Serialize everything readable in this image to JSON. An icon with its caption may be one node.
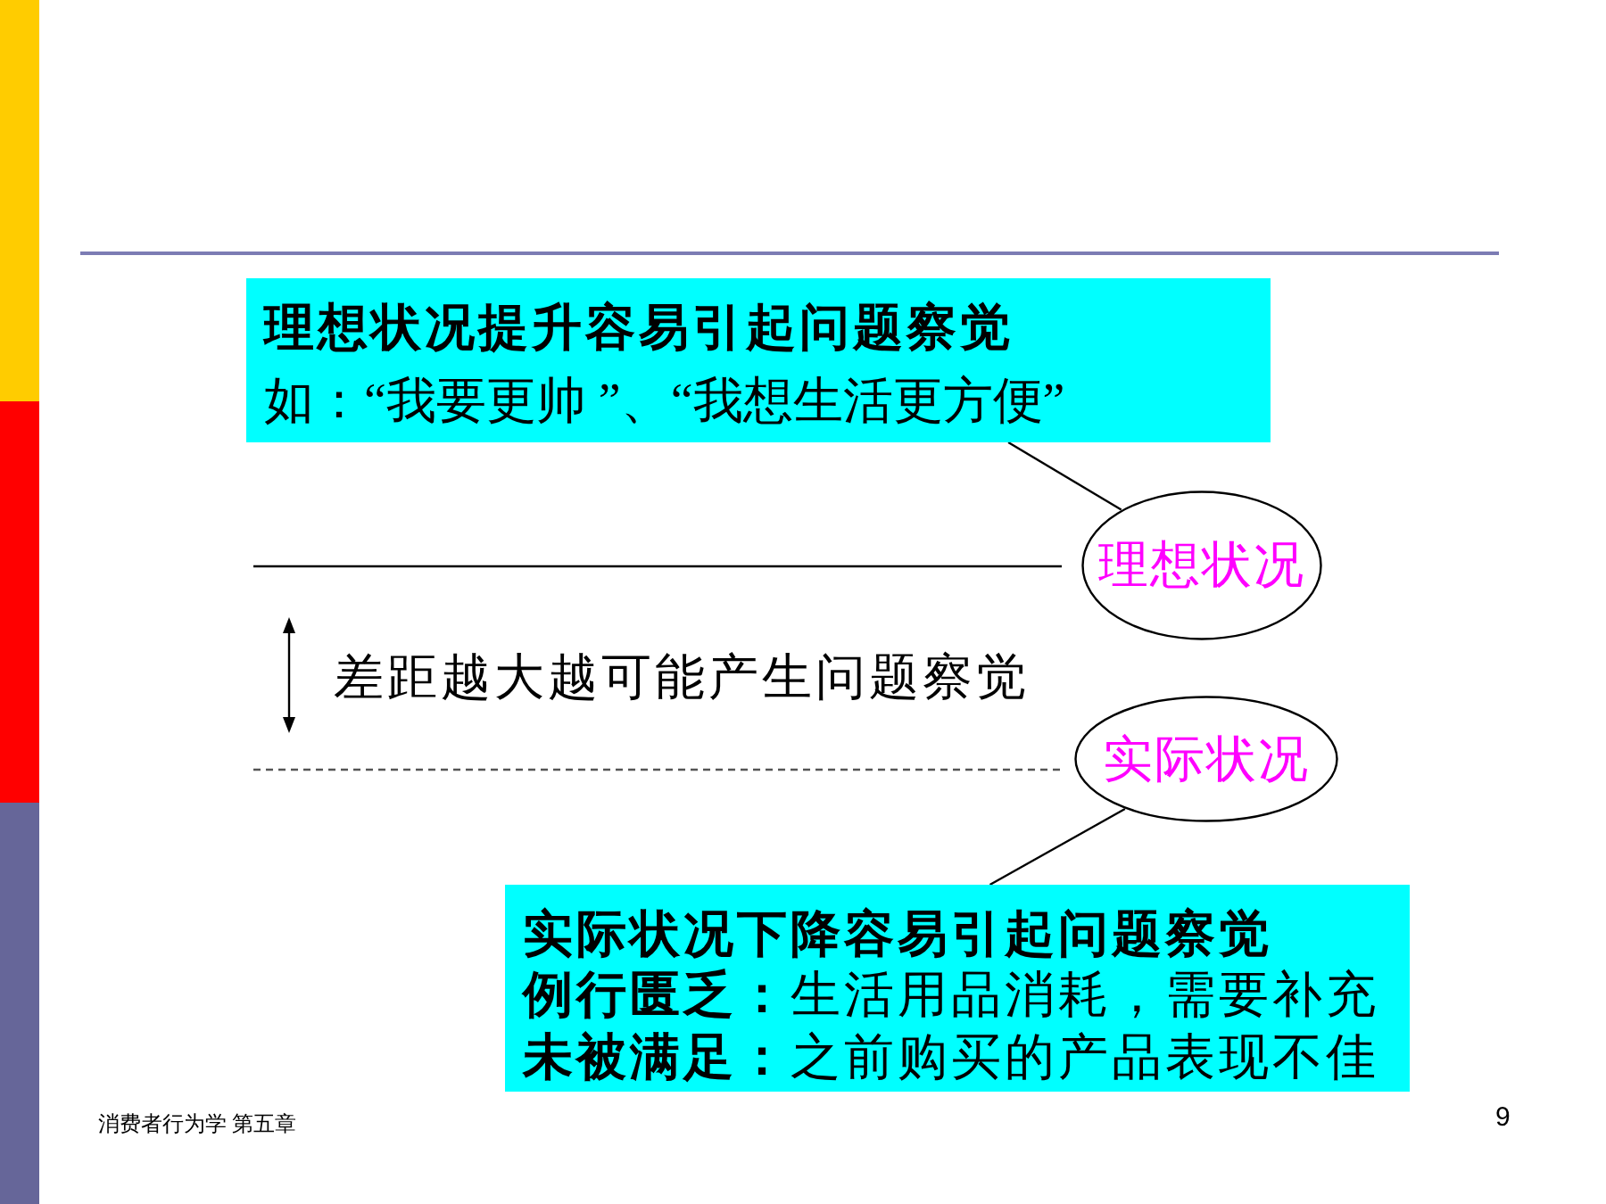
{
  "diagram": {
    "nodes": [
      {
        "text": [
          "理想状况提升容易引起问题察觉",
          "如：“我要更帅 ”、“我想生活更方便”"
        ]
      },
      {
        "text": [
          "理想状况"
        ]
      },
      {
        "text": [
          "实际状况"
        ]
      },
      {
        "text": [
          "实际状况下降容易引起问题察觉",
          "**例行匮乏：**生活用品消耗，需要补充",
          "**未被满足：**之前购买的产品表现不佳"
        ]
      }
    ],
    "edges": [
      {
        "from": 0,
        "to": 1,
        "arrow": "none"
      },
      {
        "from": 2,
        "to": 3,
        "arrow": "none"
      }
    ],
    "labels": [
      "差距越大越可能产生问题察觉",
      "消费者行为学 第五章",
      "9"
    ]
  }
}
